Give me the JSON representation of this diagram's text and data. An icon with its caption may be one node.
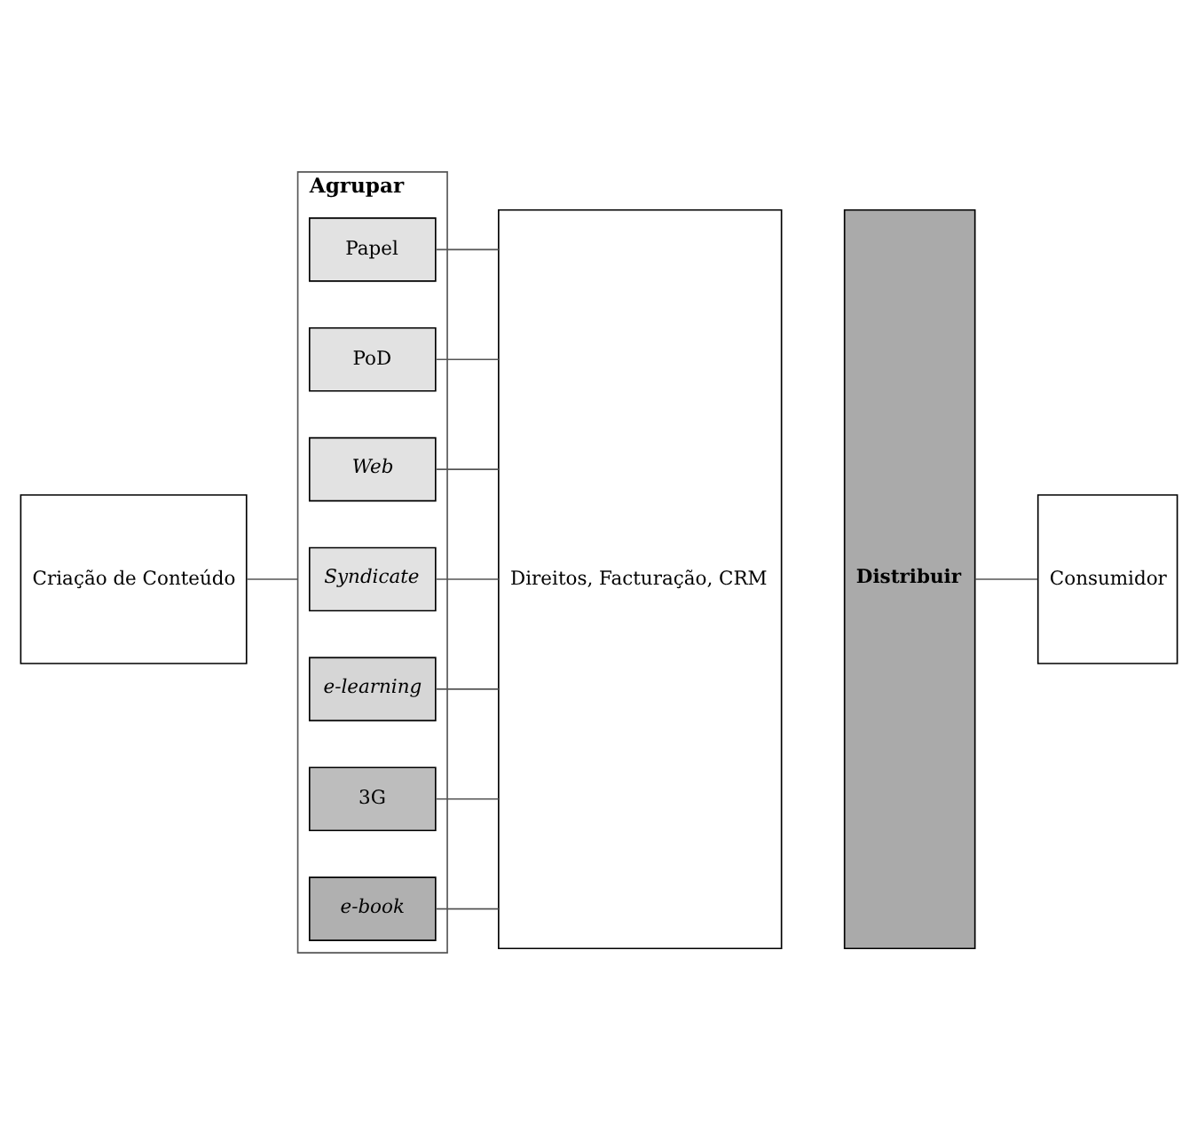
{
  "diagram": {
    "nodes": [
      {
        "text": [
          "Criação de Conteúdo"
        ]
      },
      {
        "text": [
          "Agrupar"
        ]
      },
      {
        "text": [
          "Papel"
        ],
        "in": 1
      },
      {
        "text": [
          "PoD"
        ],
        "in": 1
      },
      {
        "text": [
          "Web"
        ],
        "in": 1
      },
      {
        "text": [
          "Syndicate"
        ],
        "in": 1
      },
      {
        "text": [
          "e-learning"
        ],
        "in": 1
      },
      {
        "text": [
          "3G"
        ],
        "in": 1
      },
      {
        "text": [
          "e-book"
        ],
        "in": 1
      },
      {
        "text": [
          "Direitos, Facturação, CRM"
        ]
      },
      {
        "text": [
          "Distribuir"
        ]
      },
      {
        "text": [
          "Consumidor"
        ]
      }
    ],
    "edges": [
      {
        "from": 0,
        "to": 1,
        "arrow": "none"
      },
      {
        "from": 2,
        "to": 9,
        "arrow": "none"
      },
      {
        "from": 3,
        "to": 9,
        "arrow": "none"
      },
      {
        "from": 4,
        "to": 9,
        "arrow": "none"
      },
      {
        "from": 5,
        "to": 9,
        "arrow": "none"
      },
      {
        "from": 6,
        "to": 9,
        "arrow": "none"
      },
      {
        "from": 7,
        "to": 9,
        "arrow": "none"
      },
      {
        "from": 8,
        "to": 9,
        "arrow": "none"
      },
      {
        "from": 10,
        "to": 11,
        "arrow": "none"
      }
    ]
  }
}
